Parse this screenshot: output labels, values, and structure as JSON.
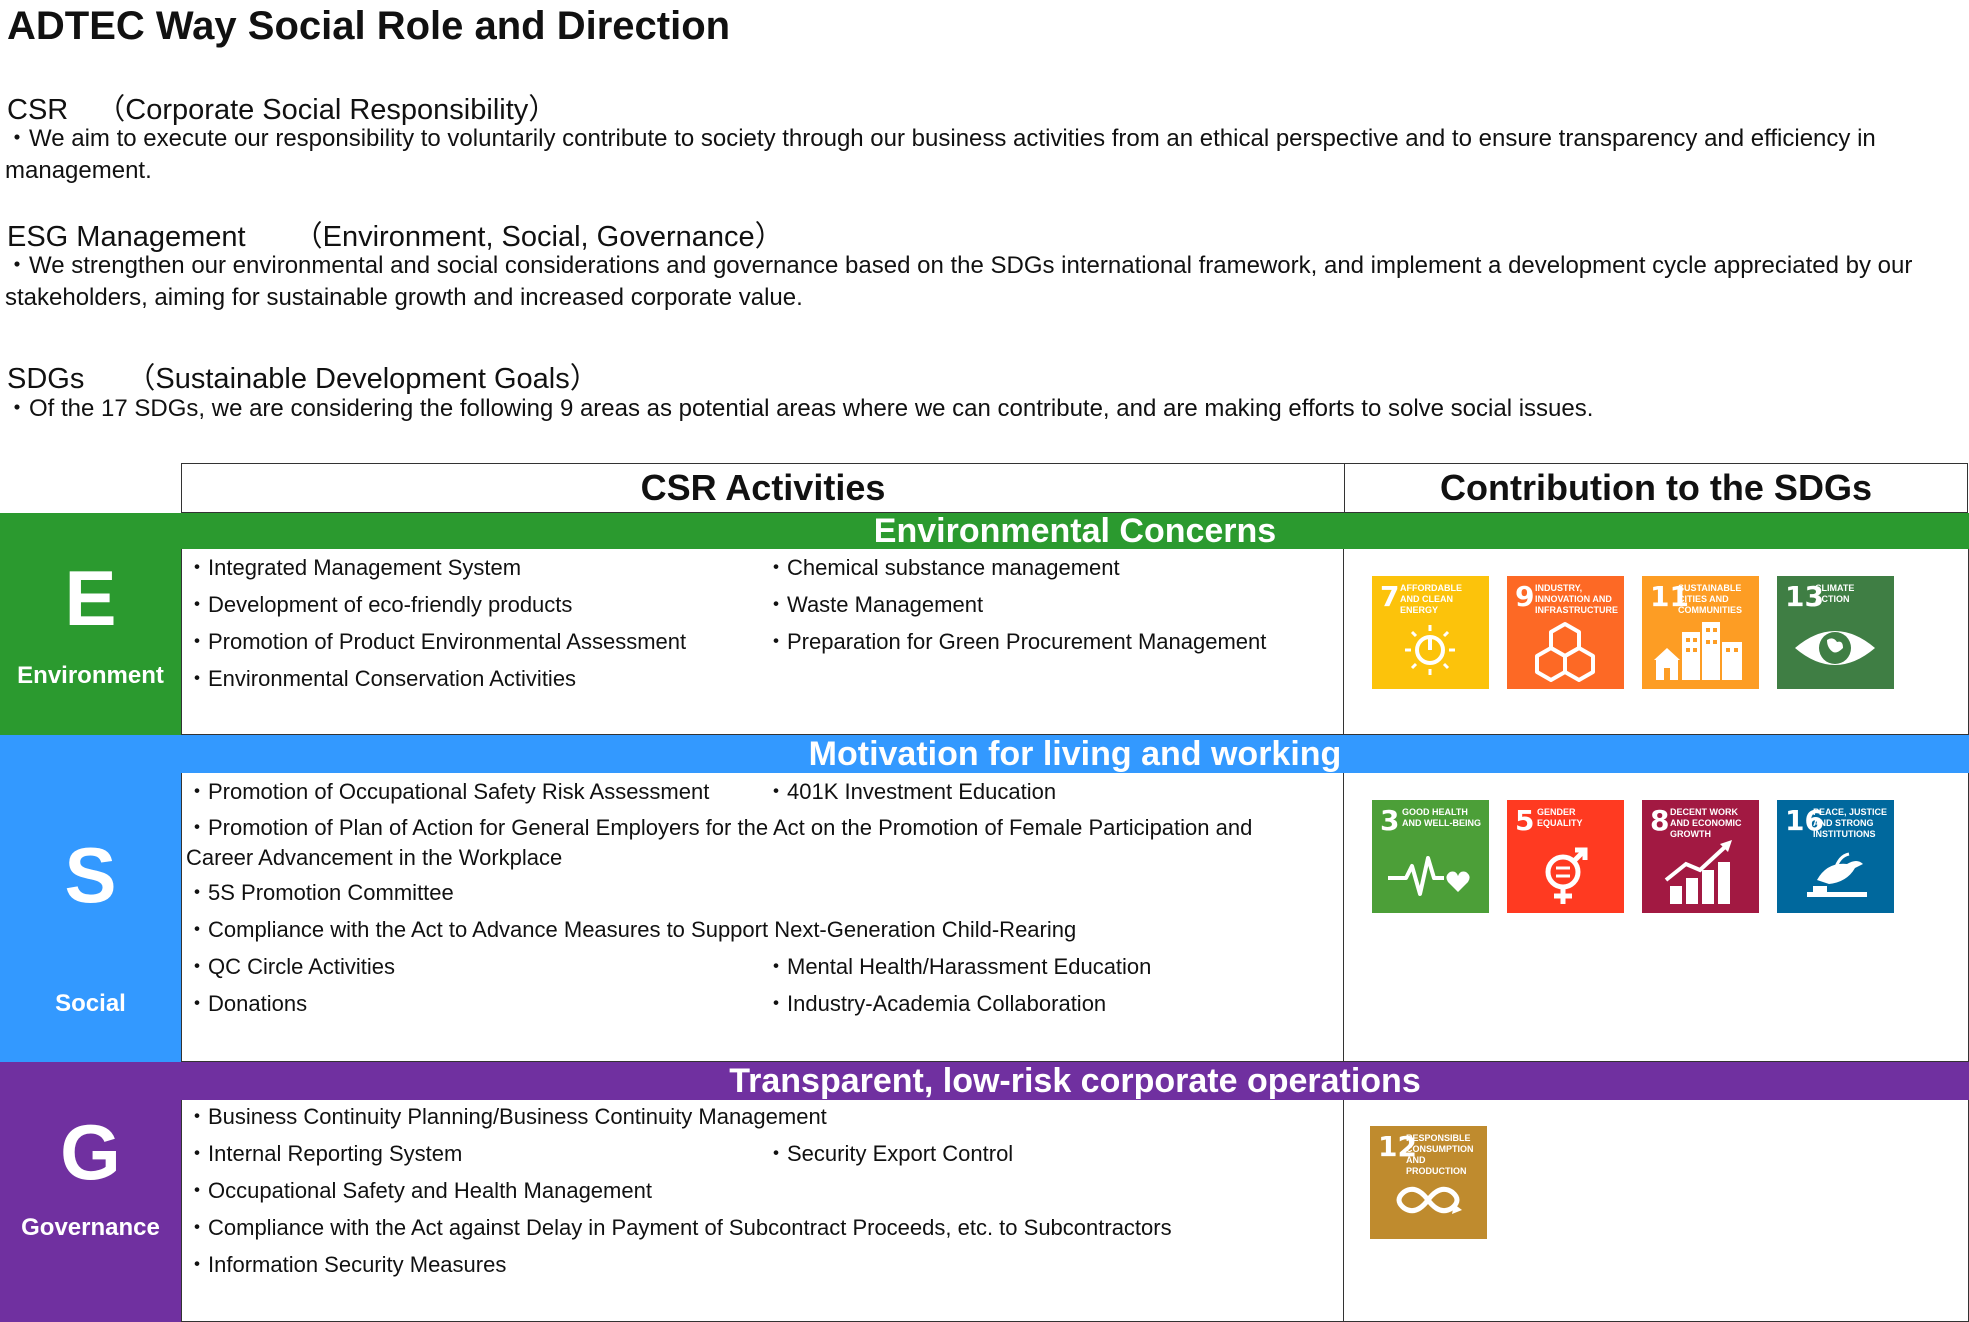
{
  "title": "ADTEC Way Social Role and Direction",
  "csr": {
    "label": "CSR",
    "sub": "（Corporate Social Responsibility）",
    "body": "・We aim to execute our responsibility to voluntarily contribute to society through our business activities from an ethical perspective and to ensure transparency and efficiency in management."
  },
  "esg": {
    "label": "ESG Management",
    "sub": "（Environment, Social, Governance）",
    "body": "・We strengthen our environmental and social considerations and governance based on the SDGs international framework, and implement a development cycle appreciated by our stakeholders, aiming for sustainable growth and increased corporate value."
  },
  "sdgs": {
    "label": "SDGs",
    "sub": "（Sustainable Development Goals）",
    "body": "・Of the 17 SDGs, we are considering the following 9 areas as potential areas where we can contribute, and are making efforts to solve social issues."
  },
  "table": {
    "col_activities": "CSR Activities",
    "col_sdgs": "Contribution to the SDGs"
  },
  "environment": {
    "letter": "E",
    "pillar": "Environment",
    "band": "Environmental Concerns",
    "items": [
      "・Integrated Management System",
      "・Chemical substance management",
      "・Development of eco-friendly products",
      "・Waste Management",
      "・Promotion of Product Environmental Assessment",
      "・Preparation for Green Procurement Management",
      "・Environmental Conservation Activities"
    ],
    "goals": [
      {
        "num": "7",
        "caption": "AFFORDABLE AND CLEAN ENERGY",
        "color": "#FCC30B"
      },
      {
        "num": "9",
        "caption": "INDUSTRY, INNOVATION AND INFRASTRUCTURE",
        "color": "#FD6925"
      },
      {
        "num": "11",
        "caption": "SUSTAINABLE CITIES AND COMMUNITIES",
        "color": "#FD9D24"
      },
      {
        "num": "13",
        "caption": "CLIMATE ACTION",
        "color": "#3F7E44"
      }
    ],
    "band_color": "#2B9A2F"
  },
  "social": {
    "letter": "S",
    "pillar": "Social",
    "band": "Motivation for living and working",
    "items": [
      "・Promotion of Occupational Safety Risk Assessment",
      "・401K Investment Education",
      "・Promotion of Plan of Action for General Employers for the Act on the Promotion of Female Participation and Career Advancement in the Workplace",
      "・5S Promotion Committee",
      "・Compliance with the Act to Advance Measures to Support Next-Generation Child-Rearing",
      "・QC Circle Activities",
      "・Mental Health/Harassment Education",
      "・Donations",
      "・Industry-Academia Collaboration"
    ],
    "goals": [
      {
        "num": "3",
        "caption": "GOOD HEALTH AND WELL-BEING",
        "color": "#4C9F38"
      },
      {
        "num": "5",
        "caption": "GENDER EQUALITY",
        "color": "#FF3A21"
      },
      {
        "num": "8",
        "caption": "DECENT WORK AND ECONOMIC GROWTH",
        "color": "#A21942"
      },
      {
        "num": "16",
        "caption": "PEACE, JUSTICE AND STRONG INSTITUTIONS",
        "color": "#00689D"
      }
    ],
    "band_color": "#3399FF"
  },
  "governance": {
    "letter": "G",
    "pillar": "Governance",
    "band": "Transparent, low-risk corporate operations",
    "items": [
      "・Business Continuity Planning/Business Continuity Management",
      "・Internal Reporting System",
      "・Security Export Control",
      "・Occupational Safety and Health Management",
      "・Compliance with the Act against Delay in Payment of Subcontract Proceeds, etc. to Subcontractors",
      "・Information Security Measures"
    ],
    "goals": [
      {
        "num": "12",
        "caption": "RESPONSIBLE CONSUMPTION AND PRODUCTION",
        "color": "#BF8B2E"
      }
    ],
    "band_color": "#7030A0"
  }
}
